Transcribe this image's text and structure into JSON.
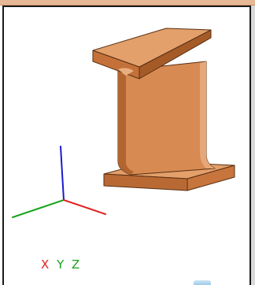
{
  "colors": {
    "window_strip": "#e7b895",
    "beam_top": "#e3a06a",
    "beam_side": "#c7753d",
    "beam_dark": "#9a5626",
    "beam_outline": "#5a2e12",
    "axis_x": "#e02020",
    "axis_y": "#1aa31a",
    "axis_z": "#1a1ad0"
  },
  "model": {
    "icon": "i-beam-3d-model"
  },
  "triad": {
    "x_label": "X",
    "y_label": "Y",
    "z_label": "Z"
  }
}
